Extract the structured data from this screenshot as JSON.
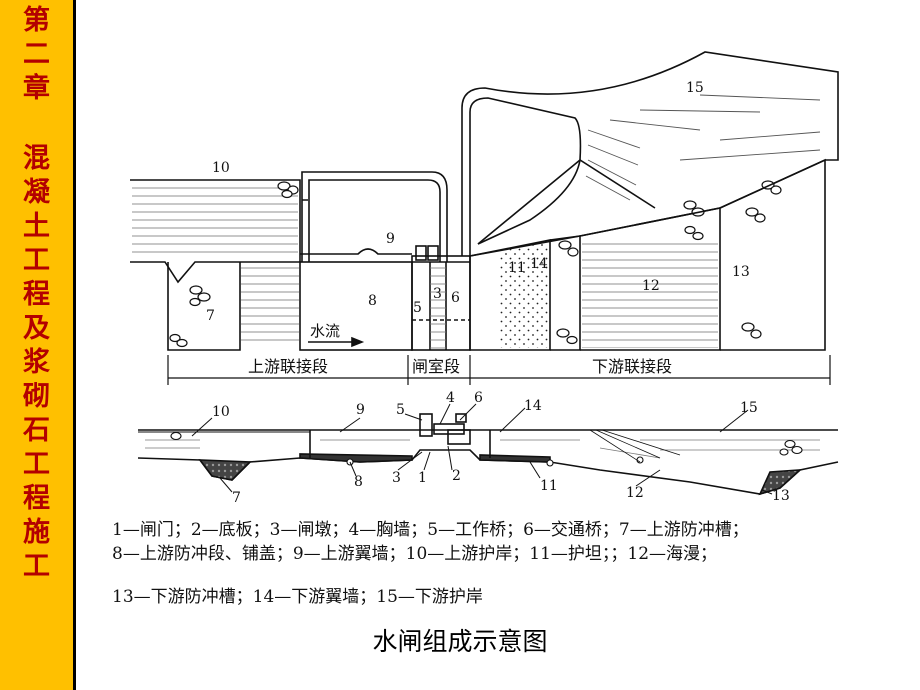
{
  "sidebar": {
    "chapter_chars": [
      "第",
      "二",
      "章"
    ],
    "title_chars": [
      "混",
      "凝",
      "土",
      "工",
      "程",
      "及",
      "浆",
      "砌",
      "石",
      "工",
      "程",
      "施",
      "工"
    ],
    "background": "#ffc000",
    "text_color": "#b30000"
  },
  "diagram": {
    "plan_labels": {
      "n10": "10",
      "n9": "9",
      "n8": "8",
      "n7": "7",
      "n5": "5",
      "n3": "3",
      "n6": "6",
      "n11": "11",
      "n14": "14",
      "n12": "12",
      "n13": "13",
      "n15": "15",
      "flow": "水流"
    },
    "segments": {
      "upstream": "上游联接段",
      "chamber": "闸室段",
      "downstream": "下游联接段"
    },
    "section_labels": {
      "n10": "10",
      "n9": "9",
      "n5": "5",
      "n4": "4",
      "n6": "6",
      "n14": "14",
      "n15": "15",
      "n7": "7",
      "n8": "8",
      "n3": "3",
      "n1": "1",
      "n2": "2",
      "n11": "11",
      "n12": "12",
      "n13": "13"
    }
  },
  "legend": {
    "line1": "1—闸门；2—底板；3—闸墩；4—胸墙；5—工作桥；6—交通桥；7—上游防冲槽；",
    "line2": "8—上游防冲段、铺盖；9—上游翼墙；10—上游护岸；11—护坦；；12—海漫；",
    "line3": "13—下游防冲槽；14—下游翼墙；15—下游护岸"
  },
  "caption": "水闸组成示意图"
}
